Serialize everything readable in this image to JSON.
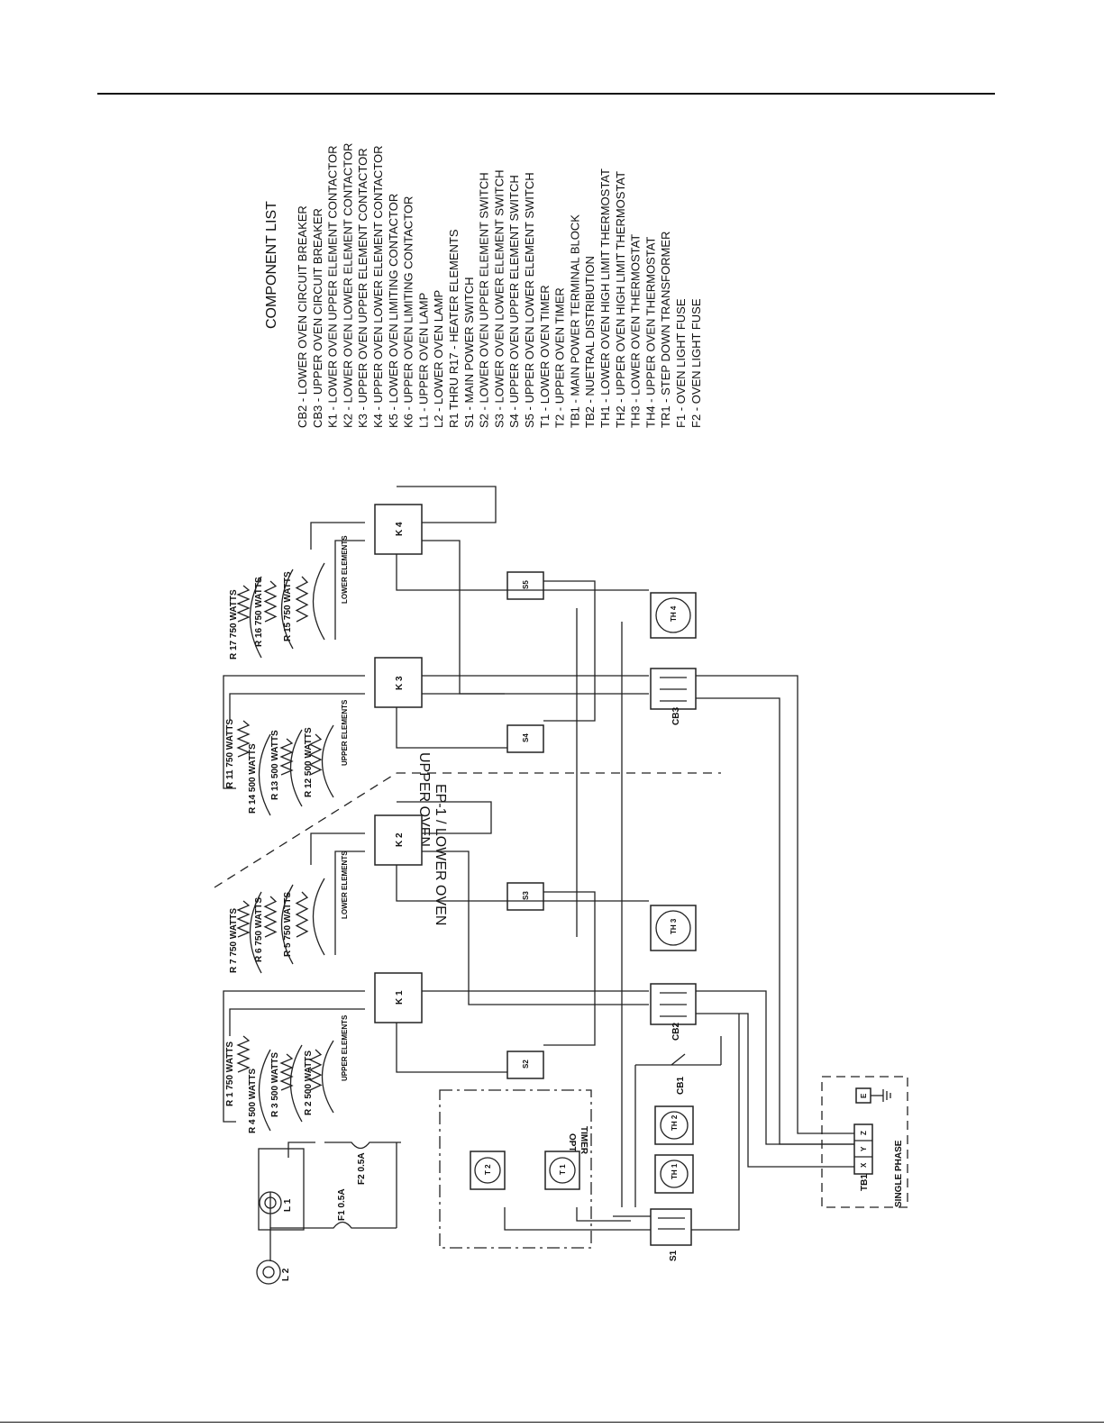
{
  "component_list": {
    "title": "COMPONENT LIST",
    "items": [
      "CB2 - LOWER OVEN CIRCUIT BREAKER",
      "CB3 - UPPER OVEN CIRCUIT BREAKER",
      "K1 - LOWER OVEN UPPER ELEMENT CONTACTOR",
      "K2 - LOWER OVEN LOWER ELEMENT CONTACTOR",
      "K3 - UPPER OVEN UPPER ELEMENT CONTACTOR",
      "K4 - UPPER OVEN LOWER ELEMENT CONTACTOR",
      "K5 - LOWER OVEN LIMITING CONTACTOR",
      "K6 - UPPER OVEN LIMITING CONTACTOR",
      "L1 - UPPER OVEN LAMP",
      "L2 - LOWER OVEN LAMP",
      "R1 THRU R17 - HEATER ELEMENTS",
      "S1 - MAIN POWER SWITCH",
      "S2 - LOWER OVEN UPPER ELEMENT SWITCH",
      "S3 - LOWER OVEN LOWER ELEMENT SWITCH",
      "S4 - UPPER OVEN UPPER ELEMENT SWITCH",
      "S5 - UPPER OVEN LOWER ELEMENT SWITCH",
      "T1 - LOWER OVEN TIMER",
      "T2 - UPPER OVEN TIMER",
      "TB1 - MAIN POWER TERMINAL BLOCK",
      "TB2 - NUETRAL DISTRIBUTION",
      "TH1 - LOWER OVEN HIGH LIMIT THERMOSTAT",
      "TH2 - UPPER OVEN HIGH LIMIT THERMOSTAT",
      "TH3 - LOWER OVEN THERMOSTAT",
      "TH4 - UPPER OVEN THERMOSTAT",
      "TR1 - STEP DOWN TRANSFORMER",
      "F1 - OVEN LIGHT FUSE",
      "F2 - OVEN LIGHT FUSE"
    ]
  },
  "sections": {
    "upper_oven": "UPPER OVEN",
    "lower_oven": "EP-1 / LOWER OVEN"
  },
  "contactors": {
    "k1": "K 1",
    "k2": "K 2",
    "k3": "K 3",
    "k4": "K 4"
  },
  "breakers": {
    "cb1": "CB1",
    "cb2": "CB2",
    "cb3": "CB3"
  },
  "thermostats": {
    "th1": "TH 1",
    "th2": "TH 2",
    "th3": "TH 3",
    "th4": "TH 4"
  },
  "timers": {
    "t1": "T 1",
    "t2": "T 2",
    "optional_1": "OPTIONAL",
    "optional_2": "TIMER"
  },
  "switches": {
    "s1": "S1",
    "s2": "S2",
    "s3": "S3",
    "s4": "S4",
    "s5": "S5"
  },
  "lamps": {
    "l1": "L 1",
    "l2": "L 2"
  },
  "fuses": {
    "f1": "F1 0.5A",
    "f2": "F2 0.5A"
  },
  "terminal_block": {
    "tb1": "TB1",
    "x": "X",
    "y": "Y",
    "z": "Z",
    "e": "E",
    "single_phase": "SINGLE PHASE"
  },
  "heaters": {
    "r1": "R 1 750 WATTS",
    "r2": "R 2 500 WATTS",
    "r3": "R 3 500 WATTS",
    "r4": "R 4 500 WATTS",
    "r5": "R 5 750 WATTS",
    "r6": "R 6 750 WATTS",
    "r7": "R 7 750 WATTS",
    "r11": "R 11 750 WATTS",
    "r12": "R 12 500 WATTS",
    "r13": "R 13 500 WATTS",
    "r14": "R 14 500 WATTS",
    "r15": "R 15 750 WATTS",
    "r16": "R 16 750 WATTS",
    "r17": "R 17 750 WATTS"
  },
  "element_groups": {
    "upper_elements_lower": "UPPER ELEMENTS",
    "lower_elements_lower": "LOWER ELEMENTS",
    "upper_elements_upper": "UPPER ELEMENTS",
    "lower_elements_upper": "LOWER ELEMENTS"
  }
}
